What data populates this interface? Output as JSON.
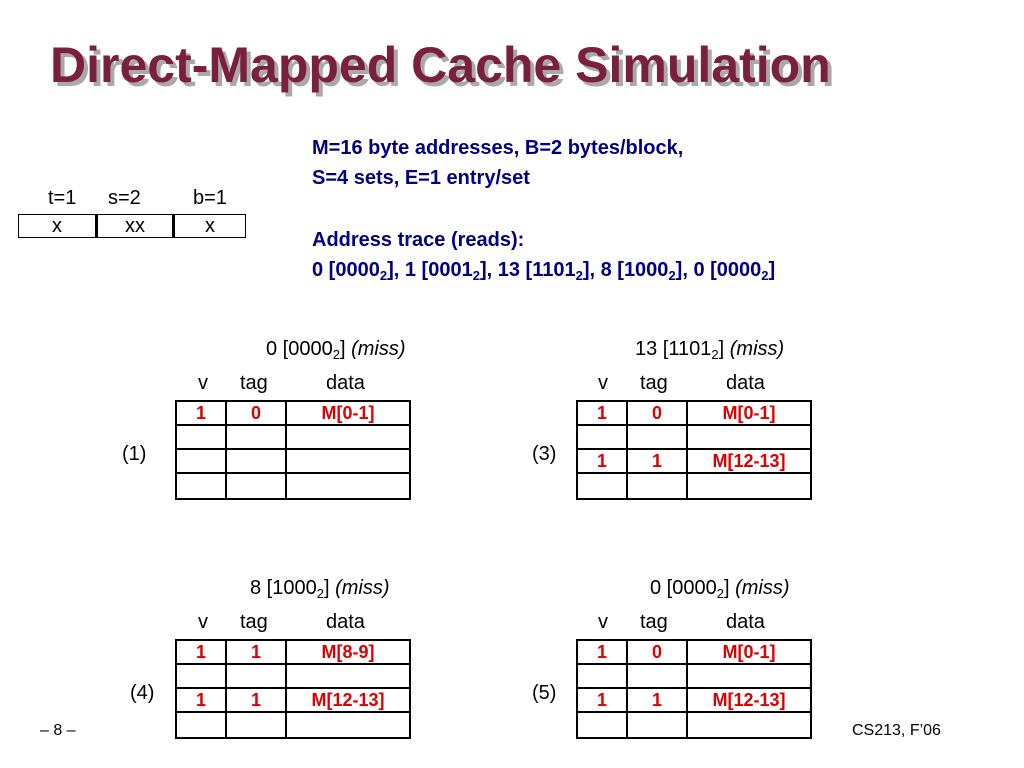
{
  "slide": {
    "title": "Direct-Mapped Cache Simulation",
    "info_line1": "M=16 byte addresses, B=2 bytes/block,",
    "info_line2": "S=4 sets, E=1 entry/set",
    "trace_heading": "Address trace (reads):",
    "trace": [
      {
        "dec": "0",
        "bin": "0000"
      },
      {
        "dec": "1",
        "bin": "0001"
      },
      {
        "dec": "13",
        "bin": "1101"
      },
      {
        "dec": "8",
        "bin": "1000"
      },
      {
        "dec": "0",
        "bin": "0000"
      }
    ],
    "address_fields": {
      "labels": [
        "t=1",
        "s=2",
        "b=1"
      ],
      "cells": [
        "x",
        "xx",
        "x"
      ]
    },
    "column_headers": {
      "v": "v",
      "tag": "tag",
      "data": "data"
    },
    "panels": [
      {
        "step": "(1)",
        "dec": "0",
        "bin": "0000",
        "result": "(miss)",
        "rows": [
          [
            "1",
            "0",
            "M[0-1]"
          ],
          [
            "",
            "",
            ""
          ],
          [
            "",
            "",
            ""
          ],
          [
            "",
            "",
            ""
          ]
        ]
      },
      {
        "step": "(3)",
        "dec": "13",
        "bin": "1101",
        "result": "(miss)",
        "rows": [
          [
            "1",
            "0",
            "M[0-1]"
          ],
          [
            "",
            "",
            ""
          ],
          [
            "1",
            "1",
            "M[12-13]"
          ],
          [
            "",
            "",
            ""
          ]
        ]
      },
      {
        "step": "(4)",
        "dec": "8",
        "bin": "1000",
        "result": "(miss)",
        "rows": [
          [
            "1",
            "1",
            "M[8-9]"
          ],
          [
            "",
            "",
            ""
          ],
          [
            "1",
            "1",
            "M[12-13]"
          ],
          [
            "",
            "",
            ""
          ]
        ]
      },
      {
        "step": "(5)",
        "dec": "0",
        "bin": "0000",
        "result": "(miss)",
        "rows": [
          [
            "1",
            "0",
            "M[0-1]"
          ],
          [
            "",
            "",
            ""
          ],
          [
            "1",
            "1",
            "M[12-13]"
          ],
          [
            "",
            "",
            ""
          ]
        ]
      }
    ],
    "footer_left": "– 8 –",
    "footer_right": "CS213, F’06"
  },
  "colors": {
    "title": "#7a1f3d",
    "info": "#000080",
    "cache_values": "#dd0000"
  }
}
